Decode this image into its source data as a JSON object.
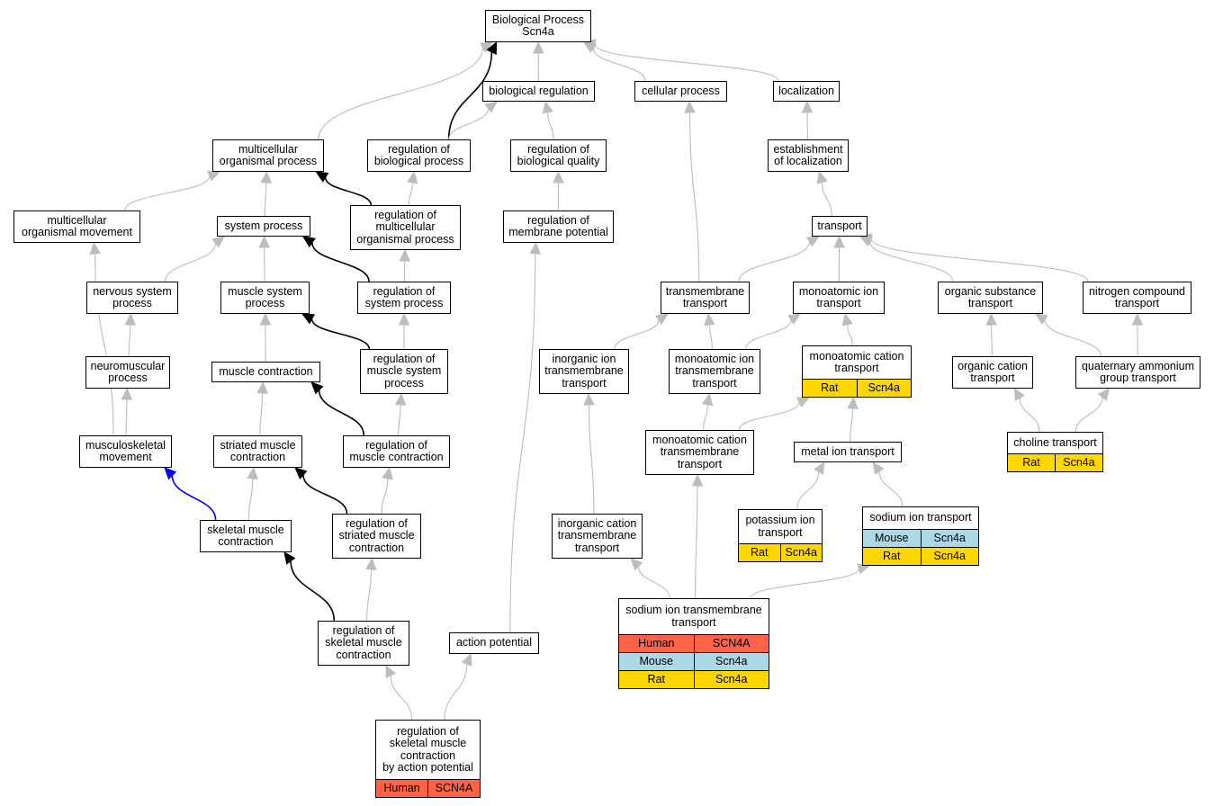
{
  "colors": {
    "edge_default": "#bdbdbd",
    "edge_regulates": "#000000",
    "edge_part_of": "#0000ff",
    "human": "#ff6347",
    "mouse": "#add8e6",
    "rat": "#ffd700"
  },
  "nodes": {
    "bp": {
      "label": "Biological Process\nScn4a"
    },
    "bioreg": {
      "label": "biological regulation"
    },
    "cellproc": {
      "label": "cellular process"
    },
    "local": {
      "label": "localization"
    },
    "mop": {
      "label": "multicellular\norganismal process"
    },
    "regbp": {
      "label": "regulation of\nbiological process"
    },
    "regbq": {
      "label": "regulation of\nbiological quality"
    },
    "estloc": {
      "label": "establishment\nof localization"
    },
    "mom": {
      "label": "multicellular\norganismal movement"
    },
    "sysproc": {
      "label": "system process"
    },
    "regmop": {
      "label": "regulation of\nmulticellular\norganismal process"
    },
    "regmp": {
      "label": "regulation of\nmembrane potential"
    },
    "transport": {
      "label": "transport"
    },
    "nsp": {
      "label": "nervous system\nprocess"
    },
    "msp": {
      "label": "muscle system\nprocess"
    },
    "regsp": {
      "label": "regulation of\nsystem process"
    },
    "tmt": {
      "label": "transmembrane\ntransport"
    },
    "mit": {
      "label": "monoatomic ion\ntransport"
    },
    "ost": {
      "label": "organic substance\ntransport"
    },
    "nct": {
      "label": "nitrogen compound\ntransport"
    },
    "nmp": {
      "label": "neuromuscular\nprocess"
    },
    "mc": {
      "label": "muscle contraction"
    },
    "regmsp": {
      "label": "regulation of\nmuscle system\nprocess"
    },
    "iitt": {
      "label": "inorganic ion\ntransmembrane\ntransport"
    },
    "mitt": {
      "label": "monoatomic ion\ntransmembrane\ntransport"
    },
    "mct": {
      "label": "monoatomic cation\ntransport",
      "rows": [
        [
          {
            "species": "Rat",
            "gene": "Scn4a"
          }
        ]
      ]
    },
    "oct": {
      "label": "organic cation\ntransport"
    },
    "qagt": {
      "label": "quaternary ammonium\ngroup transport"
    },
    "msm": {
      "label": "musculoskeletal\nmovement"
    },
    "smc": {
      "label": "striated muscle\ncontraction"
    },
    "regmc": {
      "label": "regulation of\nmuscle contraction"
    },
    "mctt": {
      "label": "monoatomic cation\ntransmembrane\ntransport"
    },
    "mett": {
      "label": "metal ion transport"
    },
    "chol": {
      "label": "choline transport",
      "rows": [
        [
          {
            "species": "Rat",
            "gene": "Scn4a"
          }
        ]
      ]
    },
    "skmc": {
      "label": "skeletal muscle\ncontraction"
    },
    "regsmc": {
      "label": "regulation of\nstriated muscle\ncontraction"
    },
    "ictt": {
      "label": "inorganic cation\ntransmembrane\ntransport"
    },
    "kit": {
      "label": "potassium ion\ntransport",
      "rows": [
        [
          {
            "species": "Rat",
            "gene": "Scn4a"
          }
        ]
      ]
    },
    "nait": {
      "label": "sodium ion transport",
      "rows": [
        [
          {
            "species": "Mouse",
            "gene": "Scn4a"
          }
        ],
        [
          {
            "species": "Rat",
            "gene": "Scn4a"
          }
        ]
      ]
    },
    "naitt": {
      "label": "sodium ion transmembrane\ntransport",
      "rows": [
        [
          {
            "species": "Human",
            "gene": "SCN4A"
          }
        ],
        [
          {
            "species": "Mouse",
            "gene": "Scn4a"
          }
        ],
        [
          {
            "species": "Rat",
            "gene": "Scn4a"
          }
        ]
      ]
    },
    "regskmc": {
      "label": "regulation of\nskeletal muscle\ncontraction"
    },
    "ap": {
      "label": "action potential"
    },
    "regskmcap": {
      "label": "regulation of\nskeletal muscle\ncontraction\nby action potential",
      "rows": [
        [
          {
            "species": "Human",
            "gene": "SCN4A"
          }
        ]
      ]
    }
  },
  "edges": [
    {
      "from": "mop",
      "to": "bp",
      "kind": "is_a"
    },
    {
      "from": "regbp",
      "to": "bp",
      "kind": "regulates"
    },
    {
      "from": "bioreg",
      "to": "bp",
      "kind": "is_a"
    },
    {
      "from": "cellproc",
      "to": "bp",
      "kind": "is_a"
    },
    {
      "from": "local",
      "to": "bp",
      "kind": "is_a"
    },
    {
      "from": "regbp",
      "to": "bioreg",
      "kind": "is_a"
    },
    {
      "from": "regbq",
      "to": "bioreg",
      "kind": "is_a"
    },
    {
      "from": "estloc",
      "to": "local",
      "kind": "is_a"
    },
    {
      "from": "mom",
      "to": "mop",
      "kind": "is_a"
    },
    {
      "from": "sysproc",
      "to": "mop",
      "kind": "is_a"
    },
    {
      "from": "regmop",
      "to": "mop",
      "kind": "regulates"
    },
    {
      "from": "regmop",
      "to": "regbp",
      "kind": "is_a"
    },
    {
      "from": "regmp",
      "to": "regbq",
      "kind": "is_a"
    },
    {
      "from": "transport",
      "to": "estloc",
      "kind": "is_a"
    },
    {
      "from": "nsp",
      "to": "sysproc",
      "kind": "is_a"
    },
    {
      "from": "msp",
      "to": "sysproc",
      "kind": "is_a"
    },
    {
      "from": "regsp",
      "to": "sysproc",
      "kind": "regulates"
    },
    {
      "from": "regsp",
      "to": "regmop",
      "kind": "is_a"
    },
    {
      "from": "tmt",
      "to": "transport",
      "kind": "is_a"
    },
    {
      "from": "mit",
      "to": "transport",
      "kind": "is_a"
    },
    {
      "from": "ost",
      "to": "transport",
      "kind": "is_a"
    },
    {
      "from": "nct",
      "to": "transport",
      "kind": "is_a"
    },
    {
      "from": "tmt",
      "to": "cellproc",
      "kind": "is_a"
    },
    {
      "from": "nmp",
      "to": "nsp",
      "kind": "is_a"
    },
    {
      "from": "mc",
      "to": "msp",
      "kind": "is_a"
    },
    {
      "from": "regmsp",
      "to": "msp",
      "kind": "regulates"
    },
    {
      "from": "regmsp",
      "to": "regsp",
      "kind": "is_a"
    },
    {
      "from": "iitt",
      "to": "tmt",
      "kind": "is_a"
    },
    {
      "from": "mitt",
      "to": "tmt",
      "kind": "is_a"
    },
    {
      "from": "mitt",
      "to": "mit",
      "kind": "is_a"
    },
    {
      "from": "mct",
      "to": "mit",
      "kind": "is_a"
    },
    {
      "from": "oct",
      "to": "ost",
      "kind": "is_a"
    },
    {
      "from": "qagt",
      "to": "ost",
      "kind": "is_a"
    },
    {
      "from": "qagt",
      "to": "nct",
      "kind": "is_a"
    },
    {
      "from": "msm",
      "to": "nmp",
      "kind": "is_a"
    },
    {
      "from": "msm",
      "to": "mom",
      "kind": "is_a"
    },
    {
      "from": "smc",
      "to": "mc",
      "kind": "is_a"
    },
    {
      "from": "regmc",
      "to": "mc",
      "kind": "regulates"
    },
    {
      "from": "regmc",
      "to": "regmsp",
      "kind": "is_a"
    },
    {
      "from": "mctt",
      "to": "mitt",
      "kind": "is_a"
    },
    {
      "from": "mctt",
      "to": "mct",
      "kind": "is_a"
    },
    {
      "from": "mett",
      "to": "mct",
      "kind": "is_a"
    },
    {
      "from": "chol",
      "to": "oct",
      "kind": "is_a"
    },
    {
      "from": "chol",
      "to": "qagt",
      "kind": "is_a"
    },
    {
      "from": "skmc",
      "to": "msm",
      "kind": "part_of"
    },
    {
      "from": "skmc",
      "to": "smc",
      "kind": "is_a"
    },
    {
      "from": "regsmc",
      "to": "smc",
      "kind": "regulates"
    },
    {
      "from": "regsmc",
      "to": "regmc",
      "kind": "is_a"
    },
    {
      "from": "ictt",
      "to": "iitt",
      "kind": "is_a"
    },
    {
      "from": "kit",
      "to": "mett",
      "kind": "is_a"
    },
    {
      "from": "nait",
      "to": "mett",
      "kind": "is_a"
    },
    {
      "from": "naitt",
      "to": "ictt",
      "kind": "is_a"
    },
    {
      "from": "naitt",
      "to": "mctt",
      "kind": "is_a"
    },
    {
      "from": "naitt",
      "to": "nait",
      "kind": "is_a"
    },
    {
      "from": "regskmc",
      "to": "skmc",
      "kind": "regulates"
    },
    {
      "from": "regskmc",
      "to": "regsmc",
      "kind": "is_a"
    },
    {
      "from": "ap",
      "to": "regmp",
      "kind": "is_a"
    },
    {
      "from": "regskmcap",
      "to": "regskmc",
      "kind": "is_a"
    },
    {
      "from": "regskmcap",
      "to": "ap",
      "kind": "is_a"
    }
  ]
}
